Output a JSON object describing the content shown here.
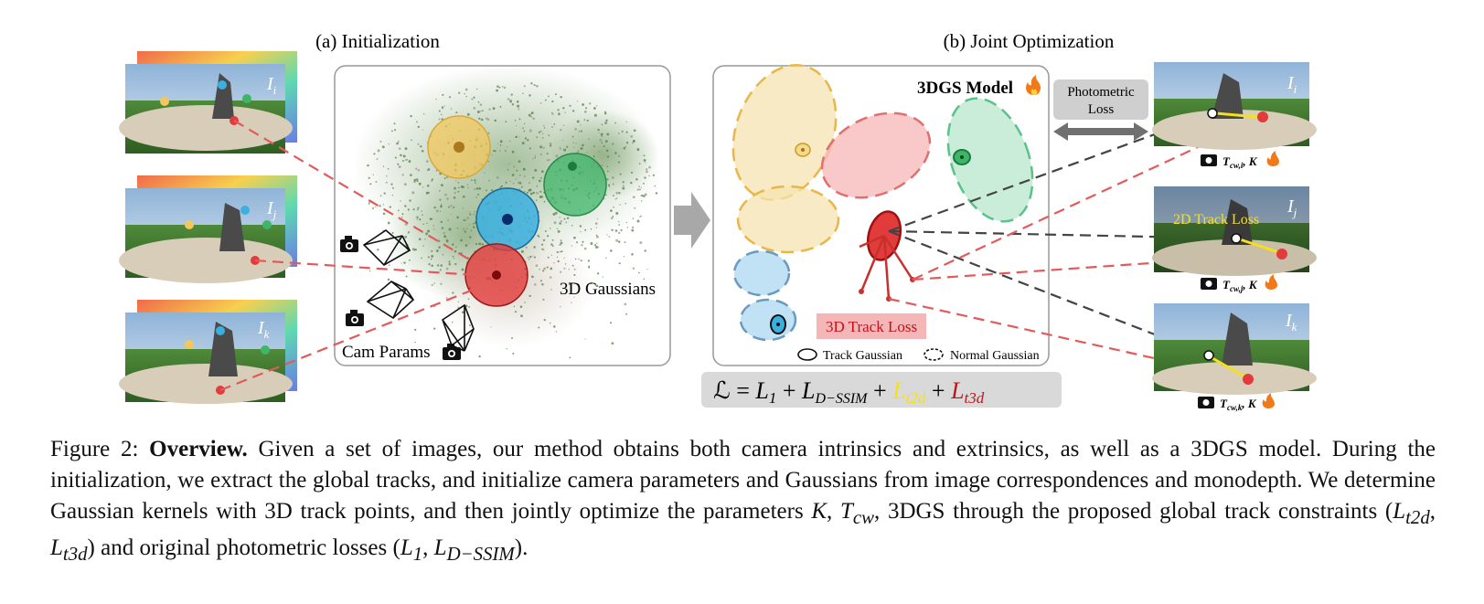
{
  "panels": {
    "a_title": "(a) Initialization",
    "b_title": "(b) Joint Optimization"
  },
  "views_left": [
    {
      "label": "I",
      "sub": "i"
    },
    {
      "label": "I",
      "sub": "j"
    },
    {
      "label": "I",
      "sub": "k"
    }
  ],
  "views_right": [
    {
      "label": "I",
      "sub": "i",
      "cam": "T",
      "cam_sub": "cw,i",
      "cam_k": ", K"
    },
    {
      "label": "I",
      "sub": "j",
      "cam": "T",
      "cam_sub": "cw,j",
      "cam_k": ", K"
    },
    {
      "label": "I",
      "sub": "k",
      "cam": "T",
      "cam_sub": "cw,k",
      "cam_k": ", K"
    }
  ],
  "init_box": {
    "gaussians_label": "3D Gaussians",
    "cam_params_label": "Cam Params"
  },
  "opt_box": {
    "model_label": "3DGS Model",
    "track_loss_3d": "3D Track Loss",
    "legend_track": "Track Gaussian",
    "legend_normal": "Normal Gaussian"
  },
  "photometric": {
    "line1": "Photometric",
    "line2": "Loss"
  },
  "track_loss_2d": "2D Track Loss",
  "loss_eq": {
    "lhs": "ℒ = ",
    "t1": "L",
    "t1_sub": "1",
    "plus1": " + ",
    "t2": "L",
    "t2_sub": "D−SSIM",
    "plus2": " + ",
    "t3": "L",
    "t3_sub": "t2d",
    "plus3": " + ",
    "t4": "L",
    "t4_sub": "t3d"
  },
  "caption": {
    "label": "Figure 2: ",
    "bold": "Overview.",
    "text1": " Given a set of images, our method obtains both camera intrinsics and extrinsics, as well as a 3DGS model. During the initialization, we extract the global tracks, and initialize camera parameters and Gaussians from image correspondences and monodepth. We determine Gaussian kernels with 3D track points, and then jointly optimize the parameters ",
    "m1": "K",
    "sep1": ", ",
    "m2": "T",
    "m2_sub": "cw",
    "text2": ", 3DGS through the proposed global track constraints (",
    "m3": "L",
    "m3_sub": "t2d",
    "sep2": ", ",
    "m4": "L",
    "m4_sub": "t3d",
    "text3": ") and original photometric losses (",
    "m5": "L",
    "m5_sub": "1",
    "sep3": ", ",
    "m6": "L",
    "m6_sub": "D−SSIM",
    "text4": ")."
  },
  "colors": {
    "yellow": "#f2c75c",
    "blue": "#3bb0e0",
    "green": "#3fb56a",
    "red": "#e23b3b",
    "box_border": "#999999",
    "grey_arrow": "#a8a8a8",
    "photometric_bg": "#cfcfcf",
    "track3d_bg": "#f4b6b6",
    "eq_bg": "#d9d9d9",
    "t2d_text": "#f4e01c",
    "t3d_text": "#c0141c"
  },
  "icons": [
    "camera-icon",
    "fire-icon",
    "camera-frustum-icon"
  ]
}
